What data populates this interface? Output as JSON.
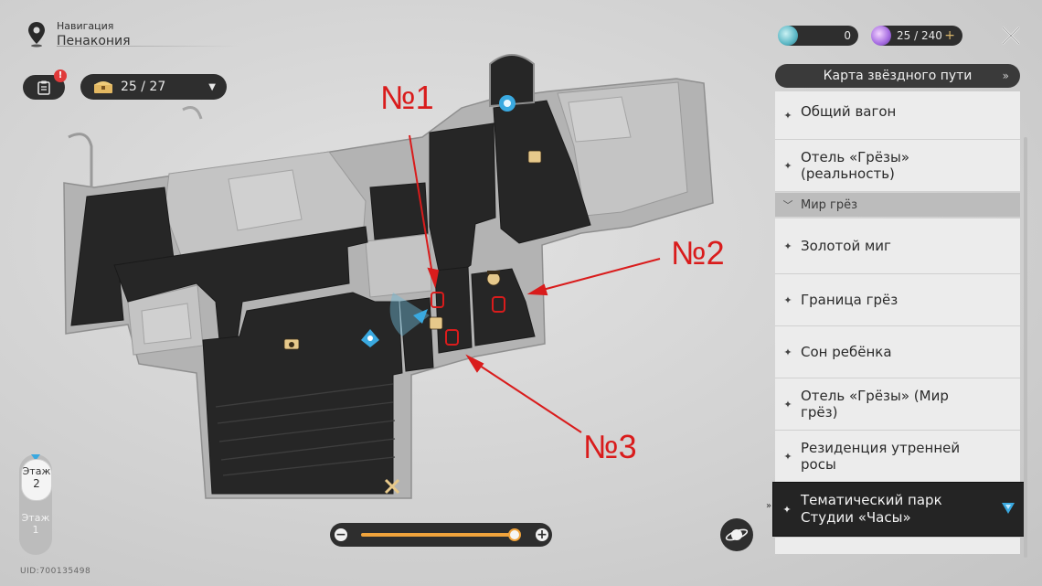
{
  "nav": {
    "title": "Навигация",
    "location": "Пенакония"
  },
  "notes_badge": "!",
  "chest_counter": "25 / 27",
  "resources": {
    "currency_1": "0",
    "trailblaze_power": "25 / 240",
    "plus": "+"
  },
  "map_header": {
    "title": "Карта звёздного пути",
    "chevron": "»"
  },
  "location_list": [
    {
      "label": "Общий вагон"
    },
    {
      "label": "Отель «Грёзы» (реальность)"
    },
    {
      "section": "Мир грёз"
    },
    {
      "label": "Золотой миг"
    },
    {
      "label": "Граница грёз"
    },
    {
      "label": "Сон ребёнка"
    },
    {
      "label": "Отель «Грёзы» (Мир грёз)"
    },
    {
      "label": "Резиденция утренней росы"
    }
  ],
  "selected_location": "Тематический парк Студии «Часы»",
  "floors": {
    "active": {
      "label": "Этаж",
      "number": "2"
    },
    "other": {
      "label": "Этаж",
      "number": "1"
    }
  },
  "zoom": {
    "minus": "−",
    "plus": "+",
    "level": 1.0
  },
  "uid": "UID:700135498",
  "annotations": [
    "№1",
    "№2",
    "№3"
  ],
  "colors": {
    "annotation_red": "#d91c1c",
    "floor_dark": "#262626",
    "wall_gray": "#a9a9a9",
    "zoom_accent": "#f0a33c",
    "player_blue": "#3aa9e0"
  },
  "icons": [
    "location-pin-icon",
    "notes-icon",
    "treasure-chest-icon",
    "close-icon",
    "puzzle-icon",
    "camera-icon",
    "teleport-icon",
    "space-anchor-icon",
    "planet-icon",
    "player-arrow-icon"
  ]
}
